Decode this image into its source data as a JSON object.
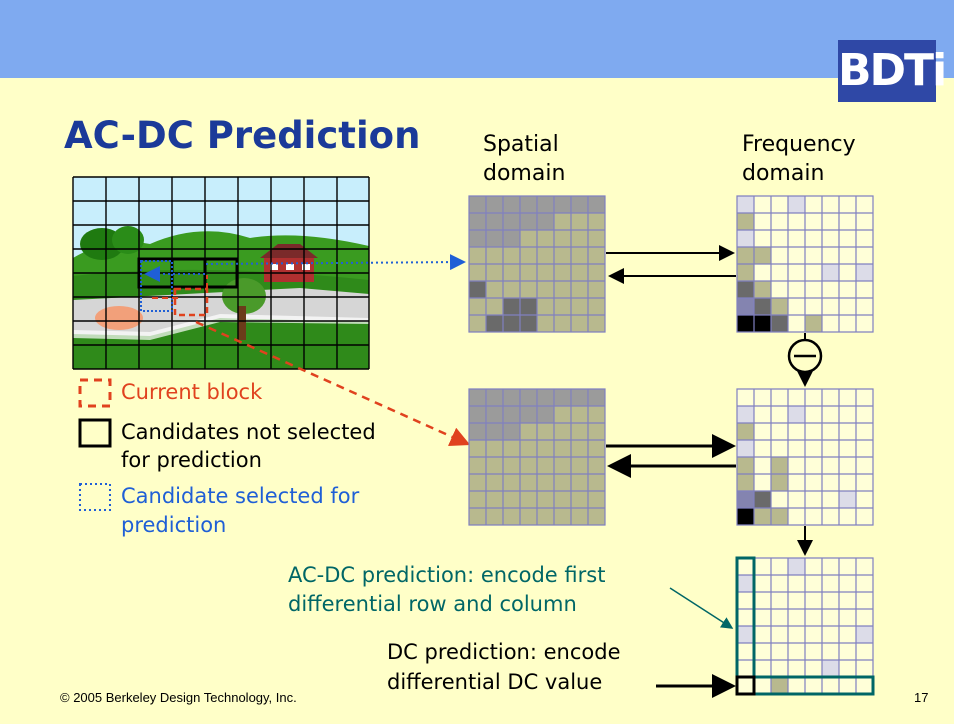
{
  "slide": {
    "title": "AC-DC Prediction",
    "logo": "BDTi",
    "spatial_label_1": "Spatial",
    "spatial_label_2": "domain",
    "frequency_label_1": "Frequency",
    "frequency_label_2": "domain",
    "legend": {
      "current_block": "Current block",
      "candidates_not_selected_1": "Candidates not selected",
      "candidates_not_selected_2": "for prediction",
      "candidate_selected_1": "Candidate selected for",
      "candidate_selected_2": "prediction"
    },
    "acdc_note_1": "AC-DC prediction: encode first",
    "acdc_note_2": "differential row and column",
    "dc_note_1": "DC prediction: encode",
    "dc_note_2": "differential DC value",
    "footer_copyright": "© 2005 Berkeley Design Technology, Inc.",
    "page_number": "17"
  },
  "colors": {
    "header_band": "#7faaf0",
    "background": "#ffffc8",
    "title": "#1b3a99",
    "current_block": "#e0421e",
    "candidate_selected": "#1f5fd6",
    "teal": "#006666",
    "olive_cell": "#b8b98e",
    "grey_cell": "#9b9b9b",
    "dark_cell": "#6a6a6a",
    "lavender_cell": "#dcdce8"
  },
  "icons": [
    "bdti-logo",
    "subtract-icon"
  ]
}
